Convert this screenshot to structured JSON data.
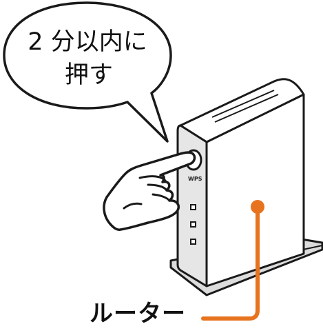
{
  "bubble": {
    "line1": "2 分以内に",
    "line2": "押す"
  },
  "device": {
    "label": "ルーター",
    "button_label": "WPS"
  },
  "colors": {
    "outline": "#1a1a1a",
    "callout": "#e8731e",
    "front_panel": "#e6e6e6",
    "body": "#ffffff"
  },
  "icons": {
    "hand": "pointing-hand-icon",
    "leds": "led-indicator-icon"
  }
}
